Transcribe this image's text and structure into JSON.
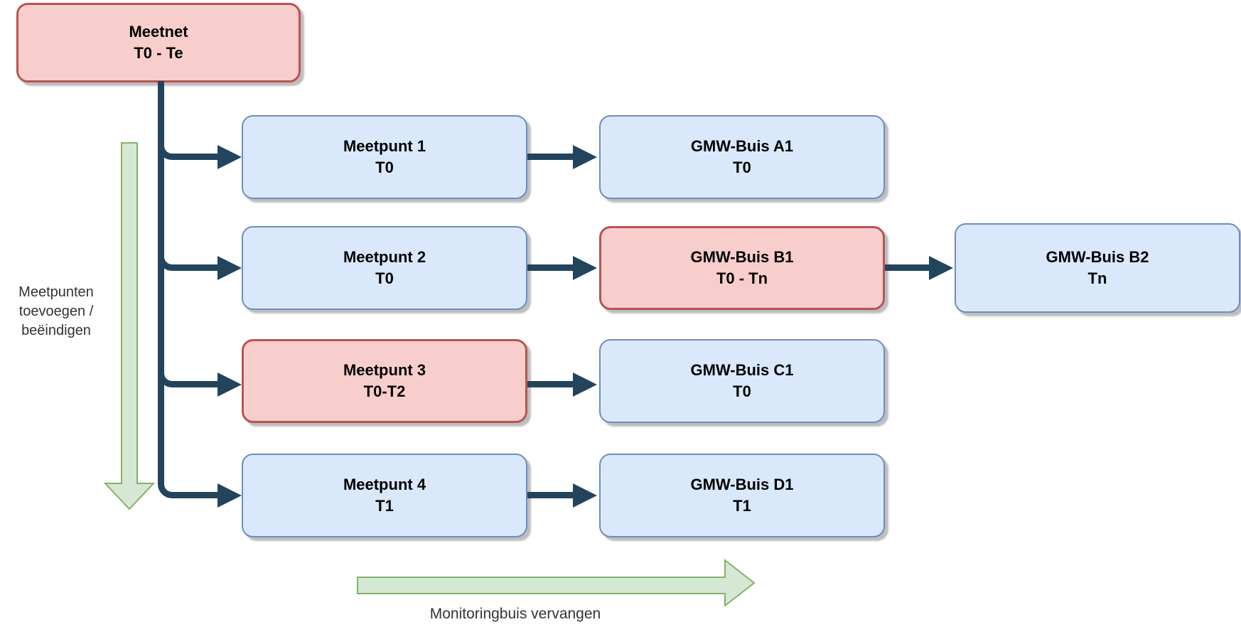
{
  "colors": {
    "box-red-fill": "#f8cecc",
    "box-red-border": "#b85450",
    "box-blue-fill": "#dae8fc",
    "box-blue-border": "#6c8ebf",
    "green-fill": "#d5e8d4",
    "green-border": "#82b366",
    "connector": "#23445d",
    "text": "#000000",
    "label-text": "#333333"
  },
  "diagram": {
    "meetnet": {
      "title": "Meetnet",
      "subtitle": "T0 - Te",
      "variant": "red"
    },
    "rows": [
      {
        "meetpunt": {
          "title": "Meetpunt 1",
          "subtitle": "T0",
          "variant": "blue"
        },
        "gmw": {
          "title": "GMW-Buis A1",
          "subtitle": "T0",
          "variant": "blue"
        }
      },
      {
        "meetpunt": {
          "title": "Meetpunt 2",
          "subtitle": "T0",
          "variant": "blue"
        },
        "gmw": {
          "title": "GMW-Buis B1",
          "subtitle": "T0 - Tn",
          "variant": "red"
        },
        "gmw2": {
          "title": "GMW-Buis B2",
          "subtitle": "Tn",
          "variant": "blue"
        }
      },
      {
        "meetpunt": {
          "title": "Meetpunt 3",
          "subtitle": "T0-T2",
          "variant": "red"
        },
        "gmw": {
          "title": "GMW-Buis C1",
          "subtitle": "T0",
          "variant": "blue"
        }
      },
      {
        "meetpunt": {
          "title": "Meetpunt 4",
          "subtitle": "T1",
          "variant": "blue"
        },
        "gmw": {
          "title": "GMW-Buis D1",
          "subtitle": "T1",
          "variant": "blue"
        }
      }
    ],
    "left_arrow": {
      "label_lines": [
        "Meetpunten",
        "toevoegen /",
        "beëindigen"
      ]
    },
    "bottom_arrow": {
      "label": "Monitoringbuis vervangen"
    }
  }
}
